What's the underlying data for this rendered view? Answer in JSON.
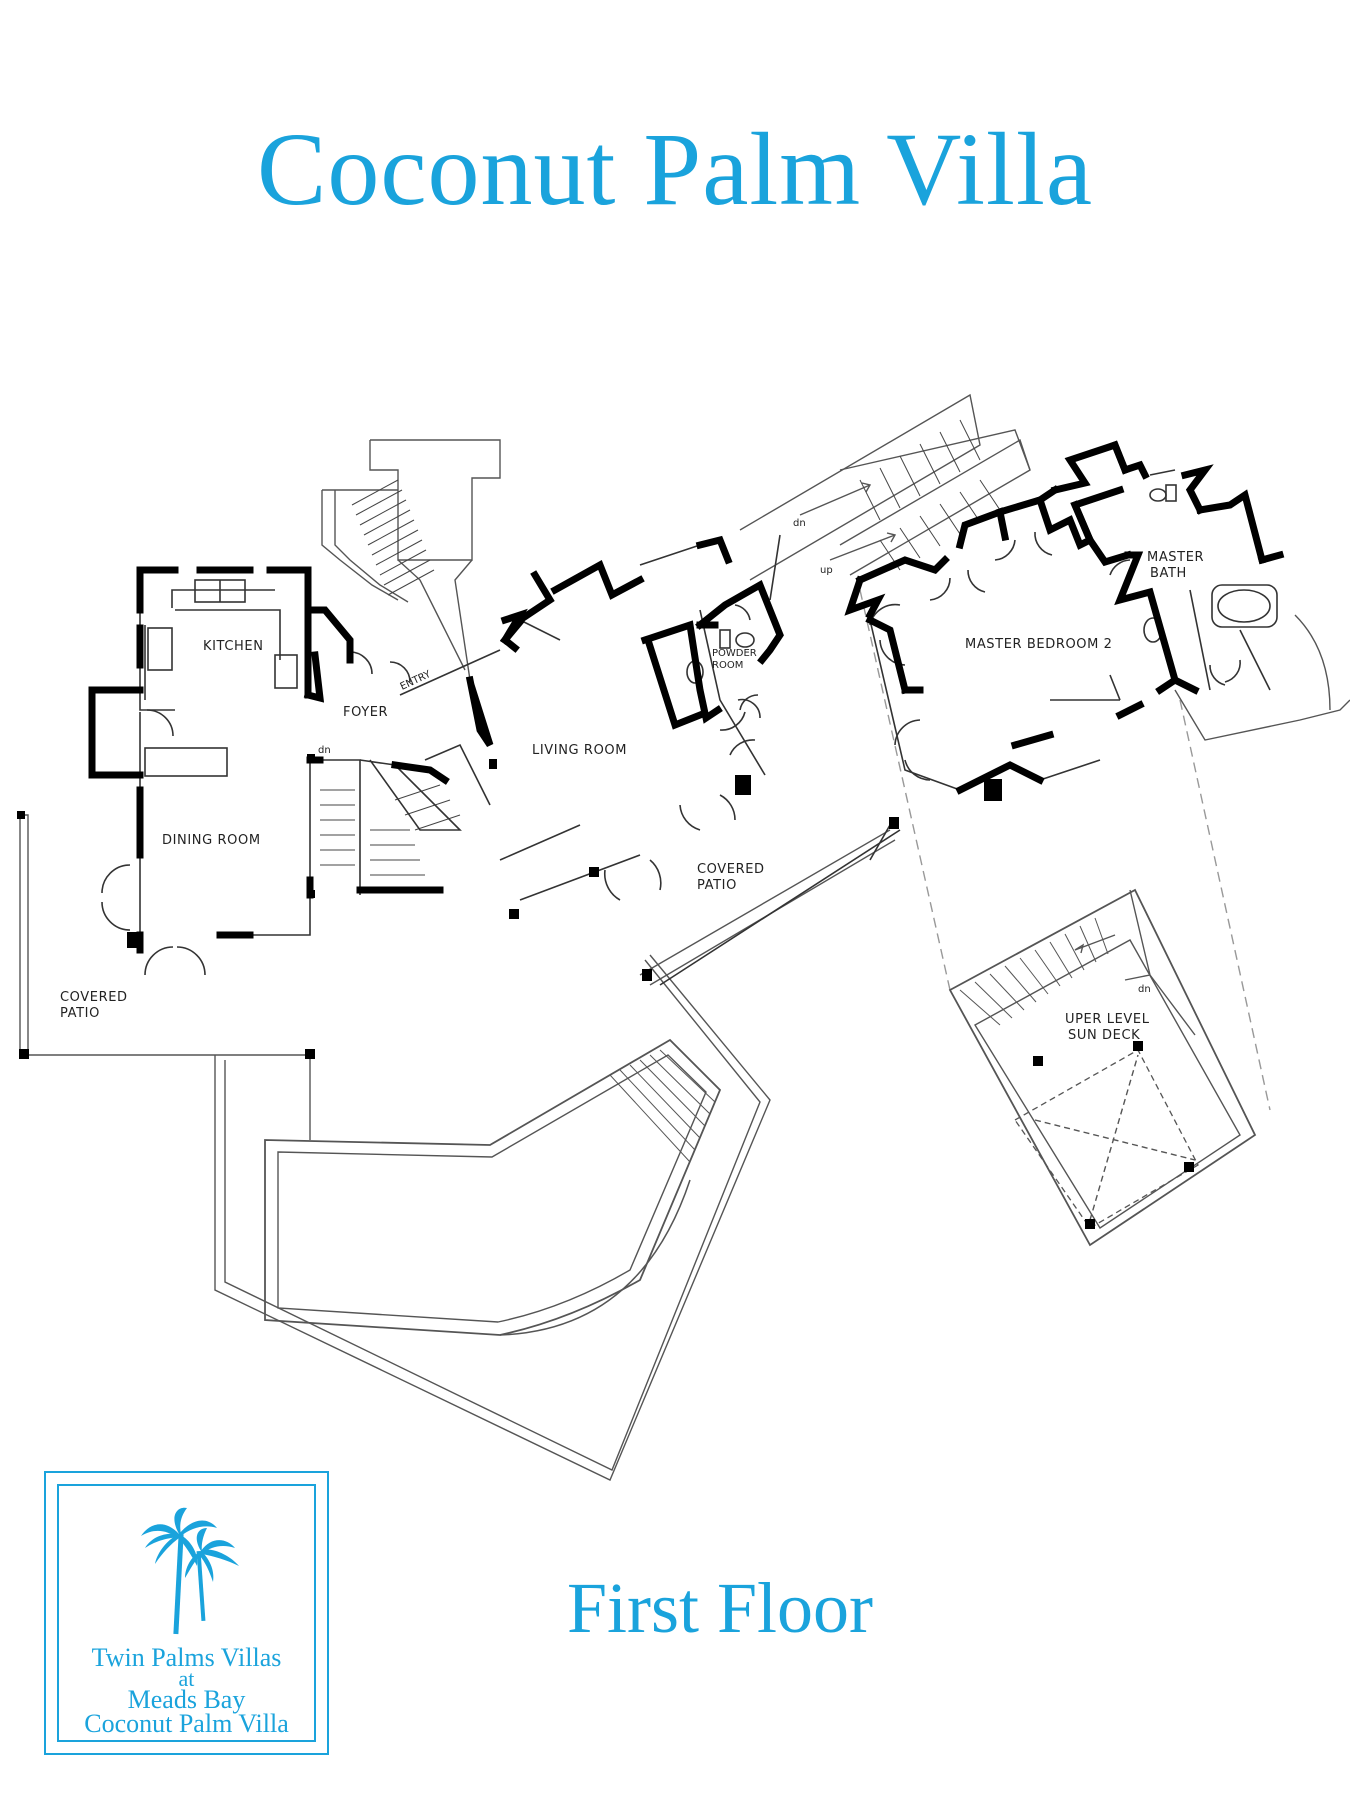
{
  "title": "Coconut Palm Villa",
  "subtitle": "First Floor",
  "colors": {
    "brand_blue": "#1aa3dc",
    "wall": "#000000",
    "line": "#555555",
    "light_line": "#bbbbbb"
  },
  "rooms": {
    "kitchen": "KITCHEN",
    "foyer": "FOYER",
    "entry": "ENTRY",
    "living_room": "LIVING ROOM",
    "powder_room_1": "POWDER",
    "powder_room_2": "ROOM",
    "dining_room": "DINING ROOM",
    "covered_patio_left_1": "COVERED",
    "covered_patio_left_2": "PATIO",
    "covered_patio_mid_1": "COVERED",
    "covered_patio_mid_2": "PATIO",
    "master_bedroom": "MASTER BEDROOM 2",
    "master_bath_1": "MASTER",
    "master_bath_2": "BATH",
    "sun_deck_1": "UPER LEVEL",
    "sun_deck_2": "SUN DECK"
  },
  "stair_marks": {
    "dn_top": "dn",
    "up_top": "up",
    "dn_center": "dn",
    "dn_deck": "dn"
  },
  "logo": {
    "icon": "palm-trees-icon",
    "line1": "Twin Palms Villas",
    "line2": "at",
    "line3": "Meads Bay",
    "line4": "Coconut Palm Villa"
  }
}
